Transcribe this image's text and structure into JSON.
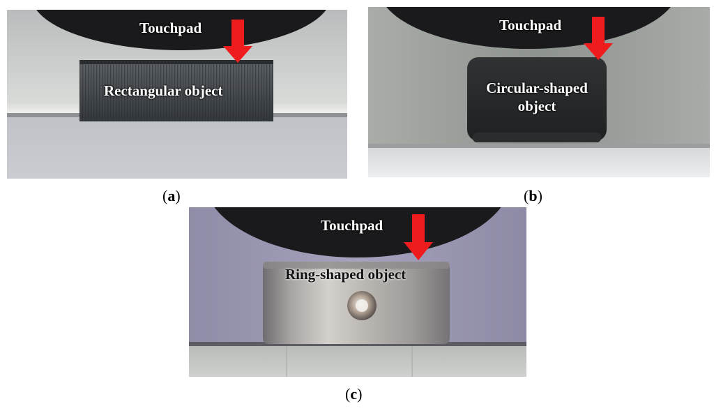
{
  "panels": [
    {
      "id": "a",
      "caption_letter": "a",
      "touchpad_label": "Touchpad",
      "object_label": "Rectangular object"
    },
    {
      "id": "b",
      "caption_letter": "b",
      "touchpad_label": "Touchpad",
      "object_label_line1": "Circular-shaped",
      "object_label_line2": "object"
    },
    {
      "id": "c",
      "caption_letter": "c",
      "touchpad_label": "Touchpad",
      "object_label": "Ring-shaped object"
    }
  ],
  "caption_parens": {
    "open": "(",
    "close": ")"
  },
  "colors": {
    "arrow": "#ee1c1c",
    "touchpad": "#1a1a1c",
    "bg_b": "#9a9e9a",
    "bg_c": "#9c98b6"
  }
}
